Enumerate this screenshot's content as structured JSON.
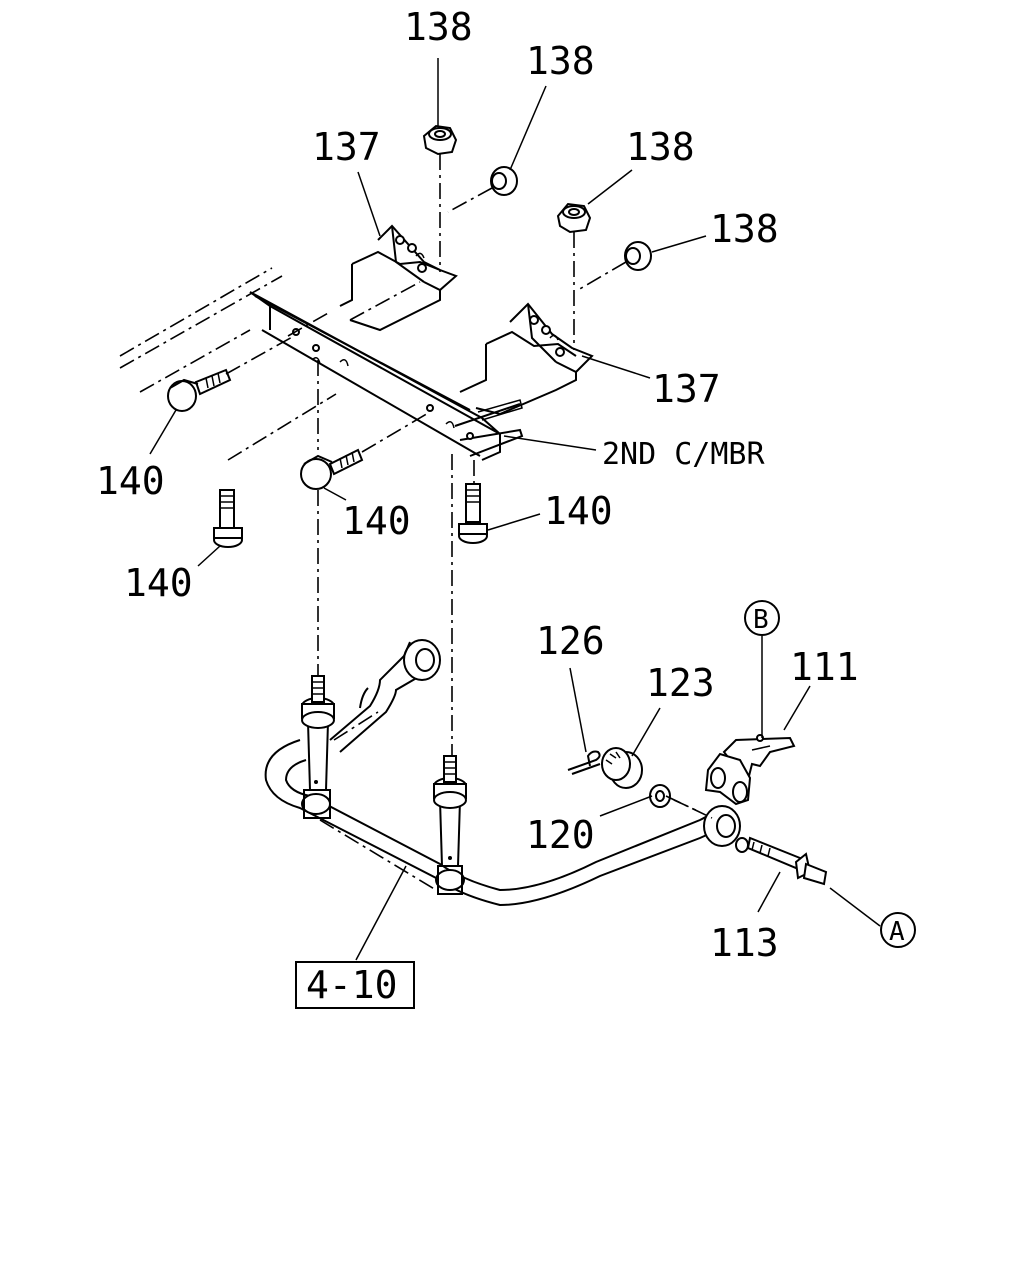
{
  "callouts": {
    "nut_138_a": "138",
    "nut_138_b": "138",
    "nut_138_c": "138",
    "nut_138_d": "138",
    "bracket_137_a": "137",
    "bracket_137_b": "137",
    "bolt_140_a": "140",
    "bolt_140_b": "140",
    "bolt_140_c": "140",
    "bolt_140_d": "140",
    "crossmember": "2ND C/MBR",
    "cotter_126": "126",
    "bushing_123": "123",
    "bracket_111": "111",
    "washer_120": "120",
    "pin_113": "113",
    "reference_box": "4-10",
    "marker_a": "A",
    "marker_b": "B"
  }
}
